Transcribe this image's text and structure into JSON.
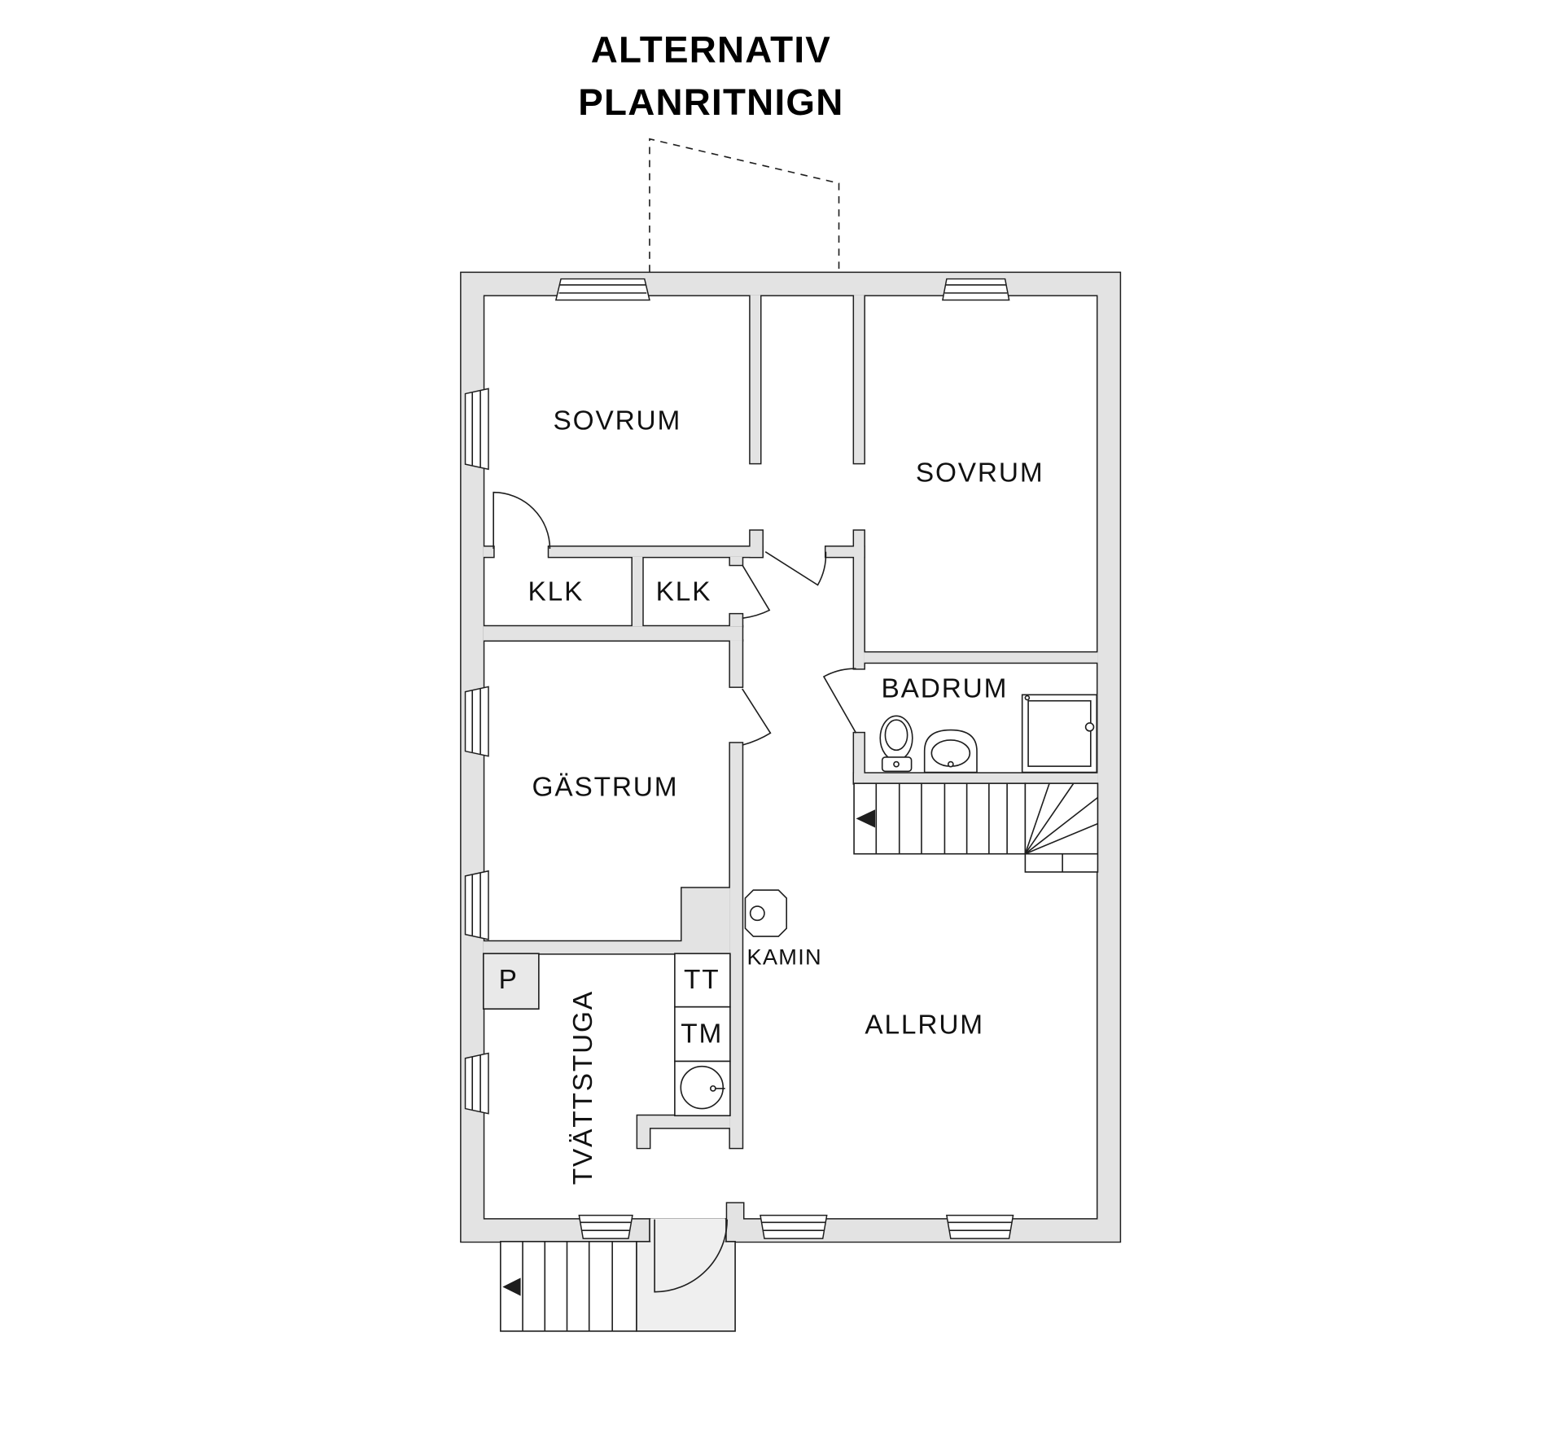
{
  "title": {
    "line1": "ALTERNATIV",
    "line2": "PLANRITNIGN"
  },
  "rooms": {
    "sovrum_1": "SOVRUM",
    "sovrum_2": "SOVRUM",
    "klk_1": "KLK",
    "klk_2": "KLK",
    "badrum": "BADRUM",
    "gastrum": "GÄSTRUM",
    "allrum": "ALLRUM",
    "tvattstuga": "TVÄTTSTUGA"
  },
  "fixtures": {
    "kamin": "KAMIN",
    "p": "P",
    "tt": "TT",
    "tm": "TM"
  },
  "icons": [
    "window-icon",
    "door-swing-icon",
    "toilet-icon",
    "sink-icon",
    "shower-icon",
    "stairs-icon",
    "fireplace-icon",
    "laundry-sink-icon"
  ],
  "colors": {
    "wall": "#e3e3e3",
    "line": "#1e1e1e",
    "fixture": "#e9e9e9",
    "landing": "#efefef"
  }
}
